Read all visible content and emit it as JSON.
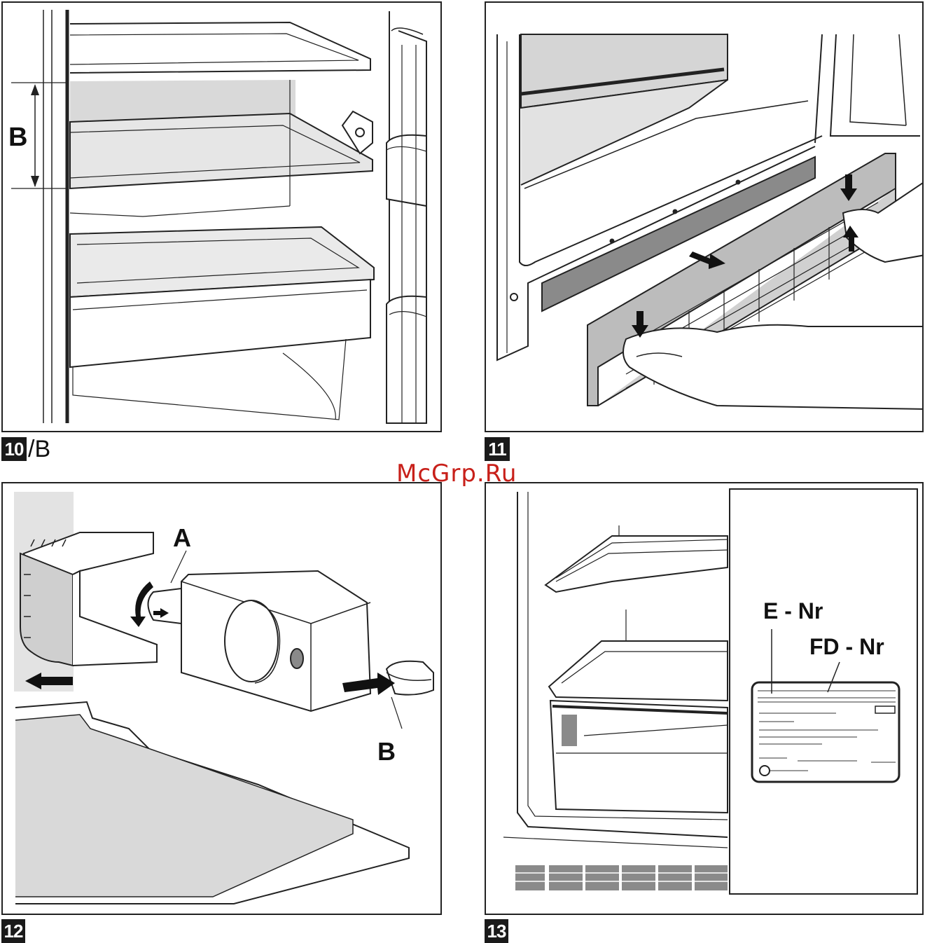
{
  "figures": [
    {
      "number": "10",
      "suffix": "/B",
      "labels": {
        "dimension": "B"
      }
    },
    {
      "number": "11",
      "suffix": ""
    },
    {
      "number": "12",
      "suffix": "",
      "labels": {
        "part_a": "A",
        "part_b": "B"
      }
    },
    {
      "number": "13",
      "suffix": "",
      "labels": {
        "e_nr": "E - Nr",
        "fd_nr": "FD - Nr"
      }
    }
  ],
  "watermark": "McGrp.Ru",
  "colors": {
    "line": "#222222",
    "shade": "#d9d9d9",
    "dark_shade": "#8a8a8a",
    "watermark": "#c8201a",
    "badge": "#1a1a1a"
  }
}
